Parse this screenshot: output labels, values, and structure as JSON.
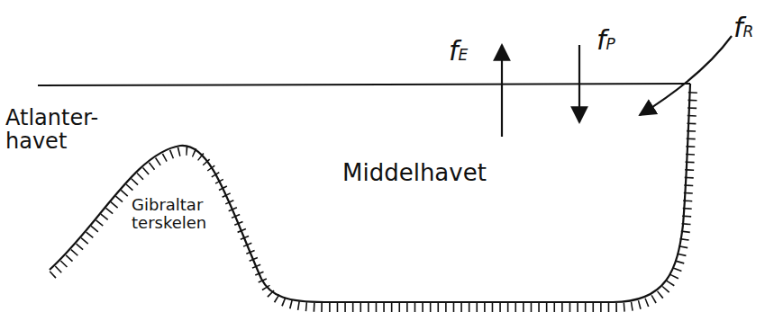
{
  "diagram": {
    "labels": [
      "fE",
      "fP",
      "fR",
      "Atlanter- havet",
      "Gibraltar terskelen",
      "Middelhavet"
    ]
  }
}
